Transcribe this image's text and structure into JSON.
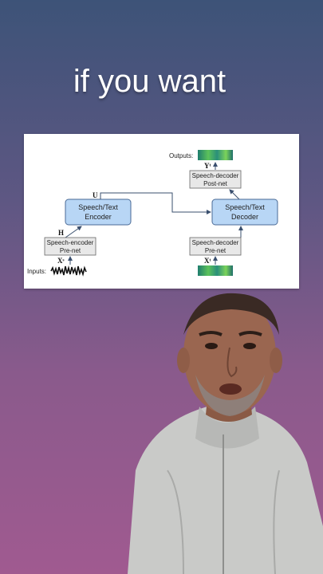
{
  "caption": "if you want",
  "diagram": {
    "outputs_label": "Outputs:",
    "inputs_label": "Inputs:",
    "encoder": {
      "line1": "Speech/Text",
      "line2": "Encoder"
    },
    "decoder": {
      "line1": "Speech/Text",
      "line2": "Decoder"
    },
    "encoder_prenet": {
      "line1": "Speech-encoder",
      "line2": "Pre-net"
    },
    "decoder_prenet": {
      "line1": "Speech-decoder",
      "line2": "Pre-net"
    },
    "decoder_postnet": {
      "line1": "Speech-decoder",
      "line2": "Post-net"
    },
    "sym_u": "U",
    "sym_h": "H",
    "sym_xs": "Xˢ",
    "sym_xt": "Xᵗ",
    "sym_yt": "Yᵗ"
  },
  "colors": {
    "block_fill": "#b8d6f5",
    "block_stroke": "#4a6a96",
    "prenet_fill": "#e8e8e8",
    "spectrogram": "#3aa870"
  }
}
